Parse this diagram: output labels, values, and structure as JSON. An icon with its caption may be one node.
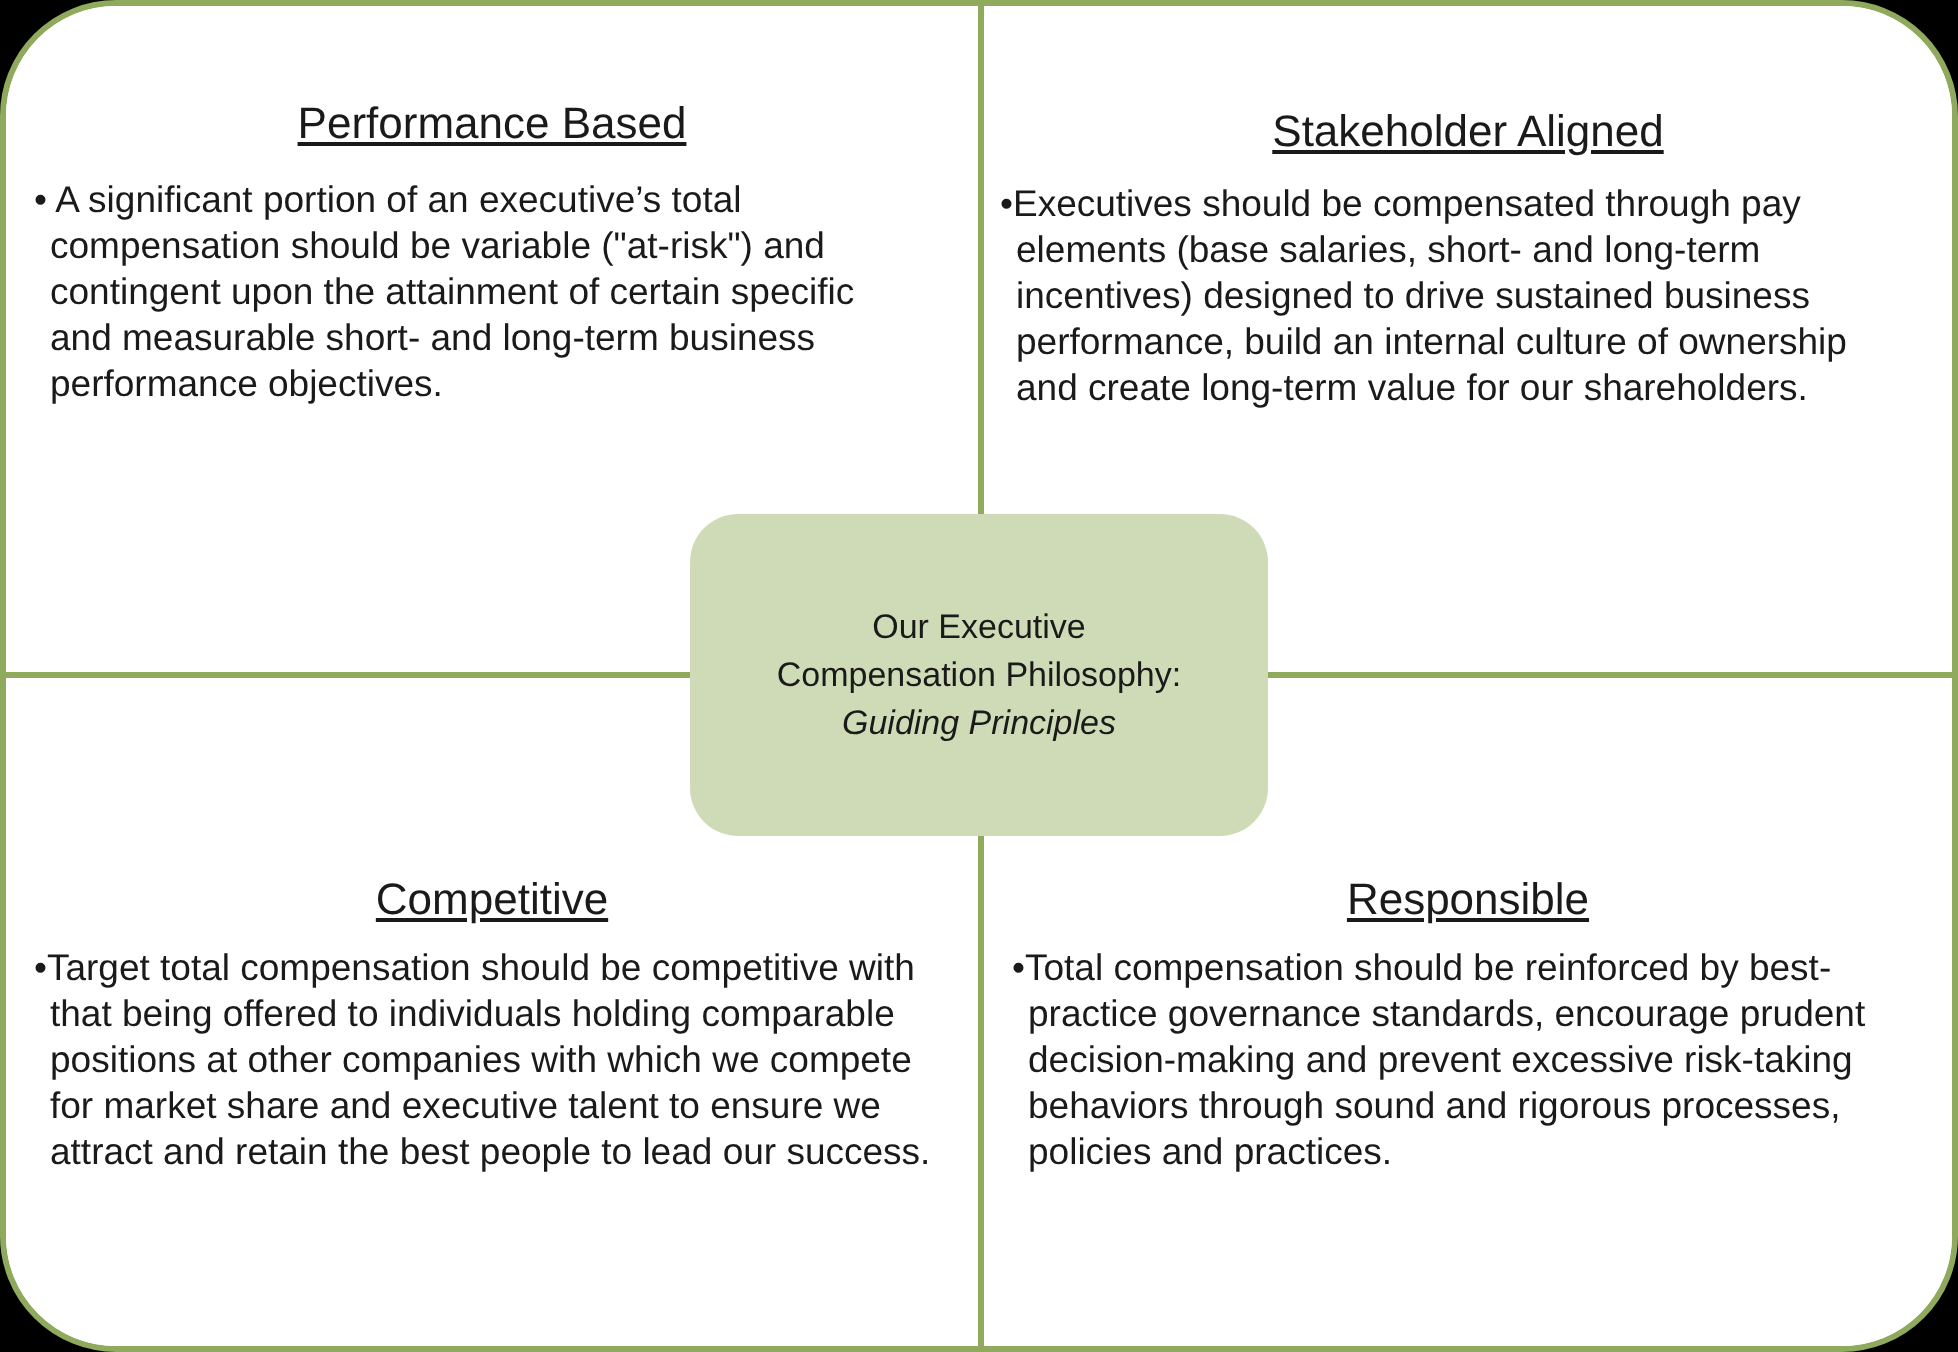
{
  "diagram": {
    "nodes": [
      {
        "text": [
          "Performance Based",
          "• A significant portion of an executive’s total compensation should be variable (\"at-risk\") and contingent upon the attainment of certain specific and measurable short- and long-term business performance objectives."
        ]
      },
      {
        "text": [
          "Stakeholder Aligned",
          "•Executives should be compensated through pay elements (base salaries, short- and long-term incentives) designed to drive sustained business performance, build an internal culture of ownership and create long-term value for our shareholders."
        ]
      },
      {
        "text": [
          "Our Executive Compensation Philosophy: *Guiding Principles*"
        ]
      },
      {
        "text": [
          "Competitive",
          "•Target total compensation should be competitive with that being offered to individuals holding comparable positions at other companies with which we compete for market share and executive talent to ensure we attract and retain the best people to lead our success."
        ]
      },
      {
        "text": [
          "Responsible",
          "•Total compensation should be reinforced by best-practice governance standards, encourage prudent decision-making and prevent excessive risk-taking behaviors through sound and rigorous processes, policies and practices."
        ]
      }
    ]
  }
}
